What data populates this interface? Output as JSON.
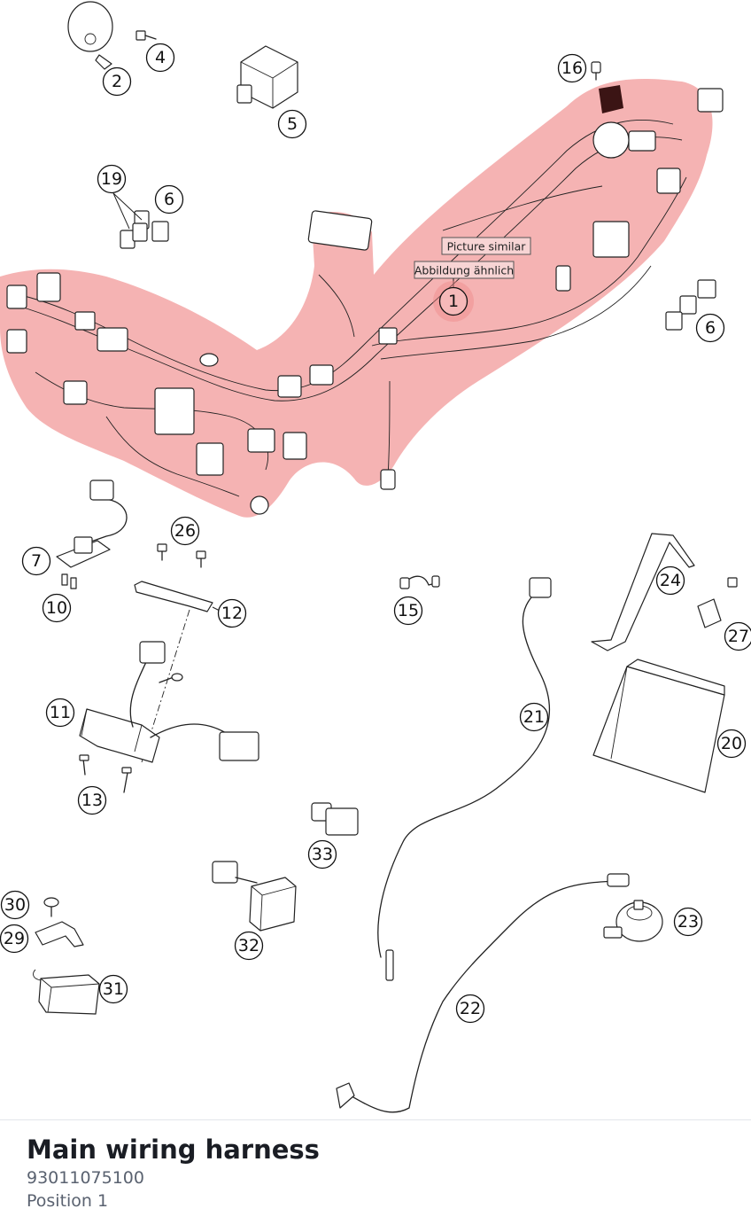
{
  "part": {
    "title": "Main wiring harness",
    "number": "93011075100",
    "position": "Position 1"
  },
  "highlight": {
    "label_en": "Picture similar",
    "label_de": "Abbildung ähnlich",
    "number": "1",
    "color": "#f4a9a9"
  },
  "callouts": [
    "2",
    "4",
    "5",
    "16",
    "19",
    "6",
    "6",
    "7",
    "26",
    "10",
    "12",
    "15",
    "24",
    "27",
    "11",
    "21",
    "20",
    "13",
    "33",
    "30",
    "29",
    "31",
    "32",
    "23",
    "22"
  ]
}
